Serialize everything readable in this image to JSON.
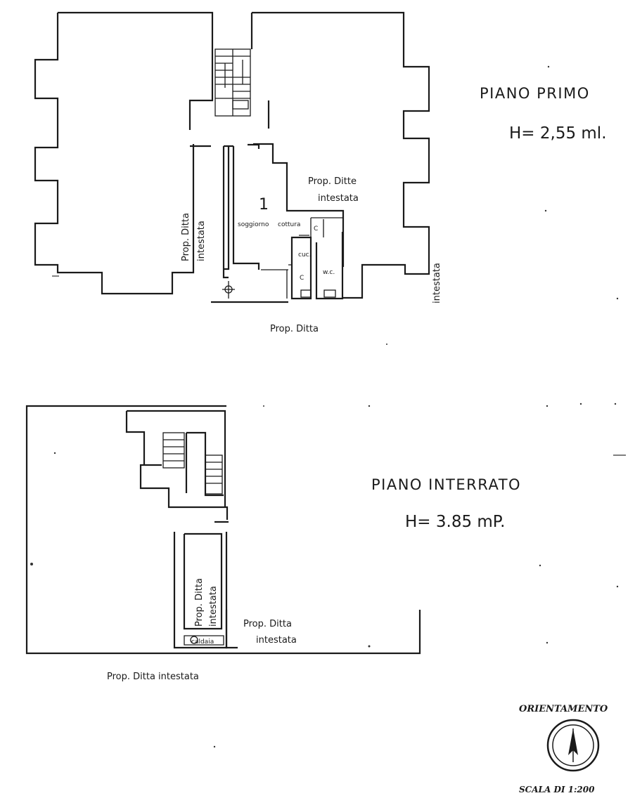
{
  "floor_plans": [
    {
      "title": "PIANO PRIMO",
      "height": "H= 2,55 ml.",
      "labels": {
        "room_number": "1",
        "room_name": "soggiorno",
        "room_name_2": "cottura",
        "kitchen": "cuc.",
        "wc": "w.c.",
        "c_mark": "C",
        "wc_letter": "C",
        "neighbor_left": "Prop. Ditta intestata",
        "neighbor_left_line1": "Prop. Ditta",
        "neighbor_left_line2": "intestata",
        "neighbor_center_line1": "Prop. Ditte",
        "neighbor_center_line2": "intestata",
        "neighbor_right": "intestata",
        "neighbor_bottom": "Prop. Ditta"
      }
    },
    {
      "title": "PIANO INTERRATO",
      "height": "H= 3.85 mP.",
      "labels": {
        "inner_line1": "Prop. Ditta",
        "inner_line2": "intestata",
        "right_line1": "Prop. Ditta",
        "right_line2": "intestata",
        "boiler": "caldaia",
        "below": "Prop. Ditta intestata"
      }
    }
  ],
  "legend": {
    "orientation_label": "ORIENTAMENTO",
    "north_symbol": "north-arrow-icon",
    "scale": "SCALA DI 1:200"
  }
}
